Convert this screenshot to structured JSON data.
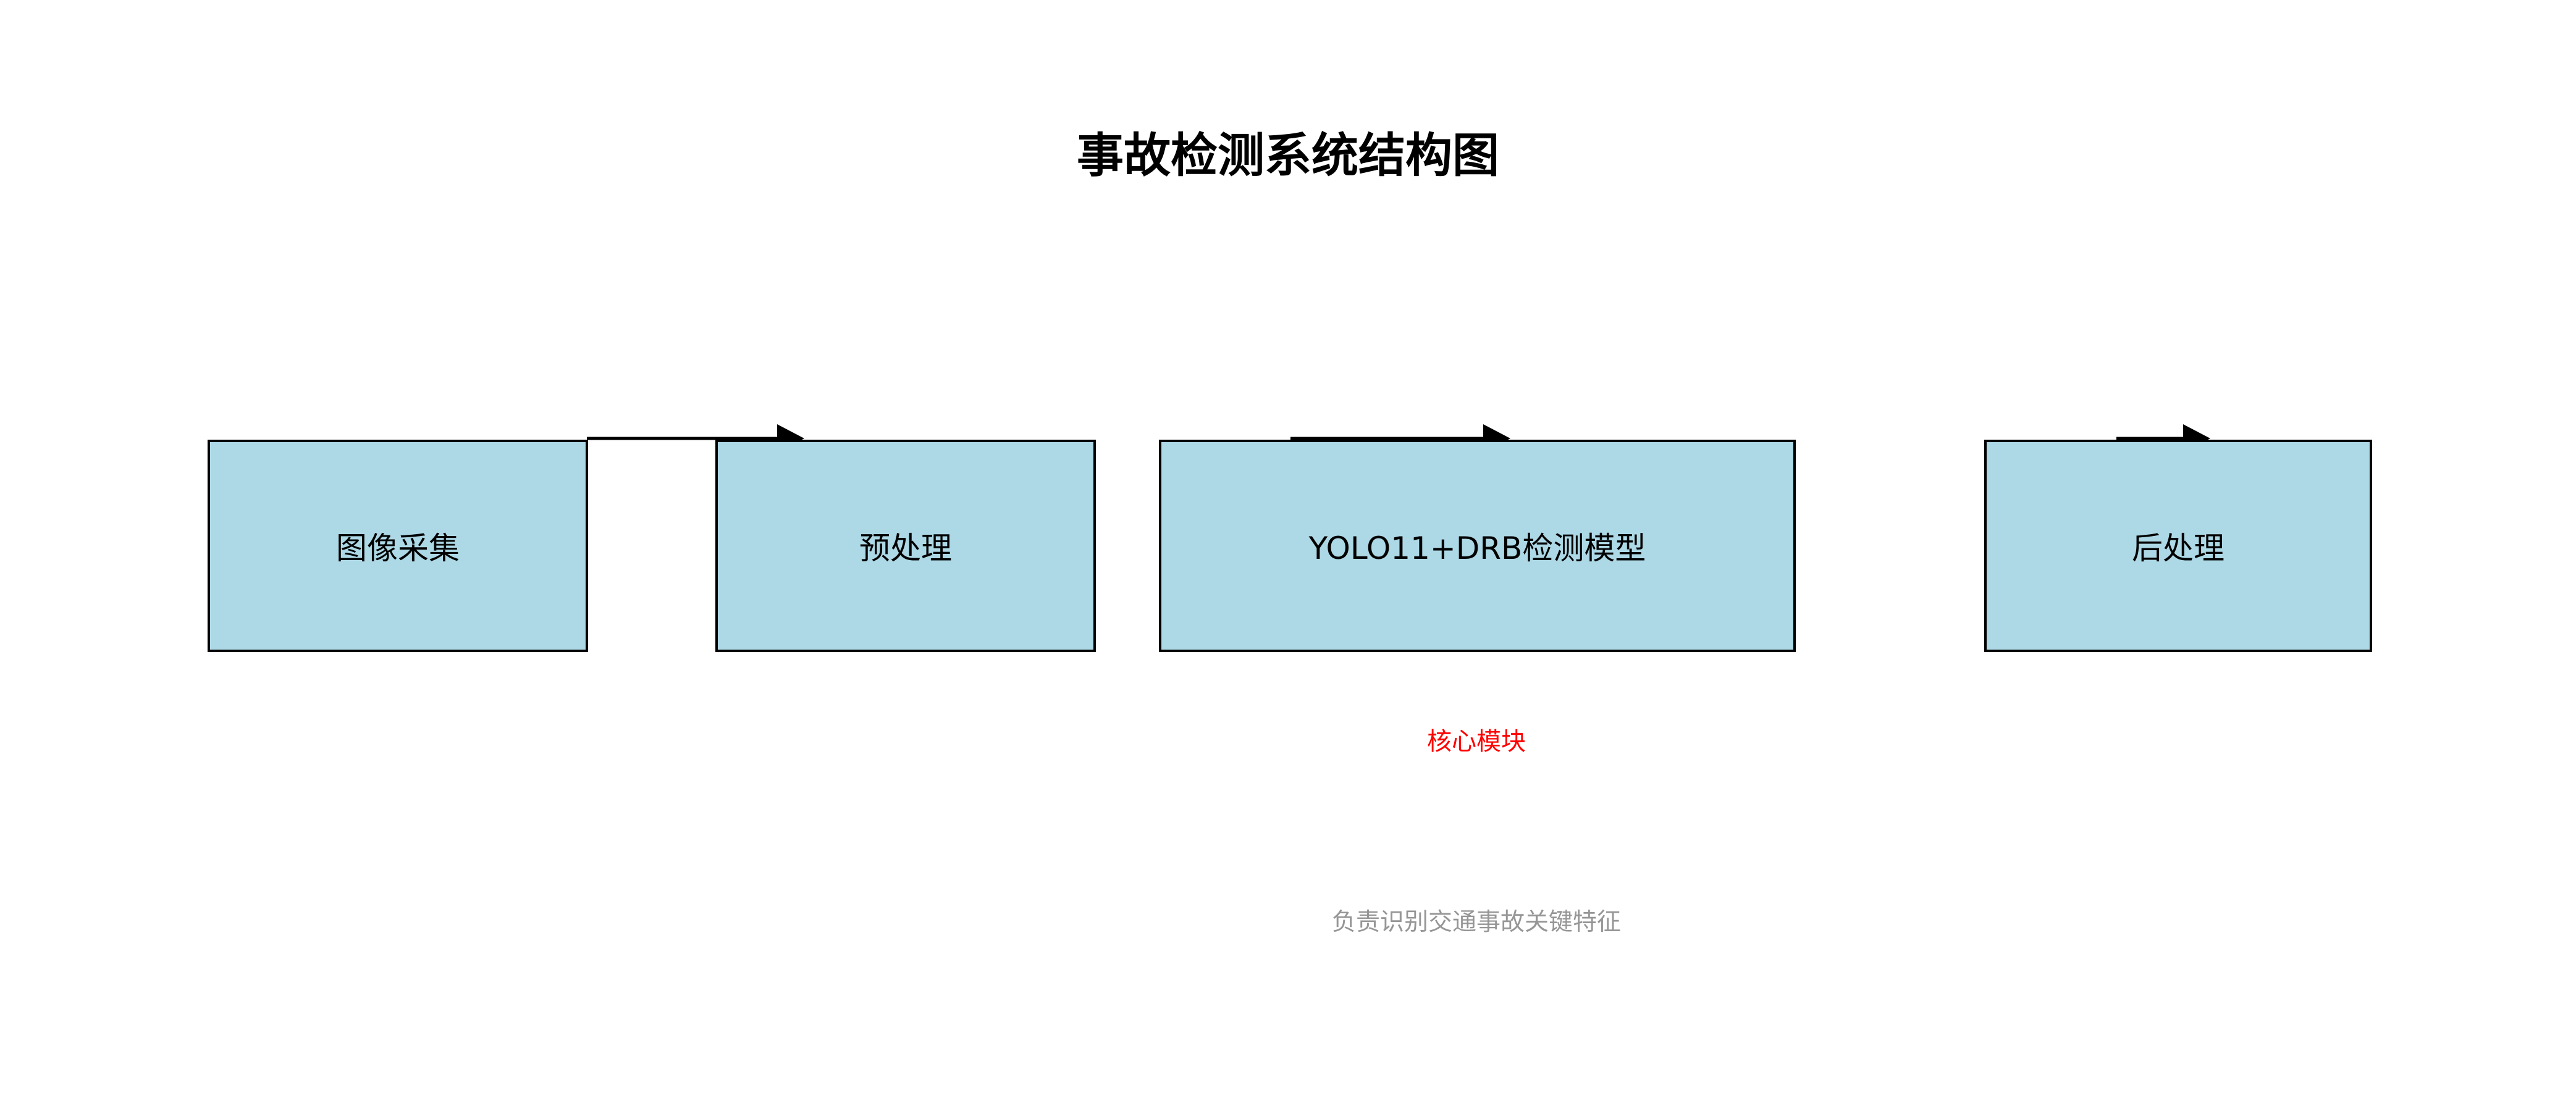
{
  "title": "事故检测系统结构图",
  "diagram": {
    "boxes": [
      {
        "id": "image-capture",
        "label": "图像采集"
      },
      {
        "id": "preprocessing",
        "label": "预处理"
      },
      {
        "id": "detection-model",
        "label": "YOLO11+DRB检测模型"
      },
      {
        "id": "postprocessing",
        "label": "后处理"
      }
    ],
    "annotations": {
      "core_module": "核心模块",
      "description": "负责识别交通事故关键特征"
    },
    "colors": {
      "box_fill": "#ADD8E6",
      "box_border": "#000000",
      "arrow": "#000000",
      "core_module_text": "#FF0000",
      "description_text": "#969696",
      "title_text": "#000000"
    }
  }
}
